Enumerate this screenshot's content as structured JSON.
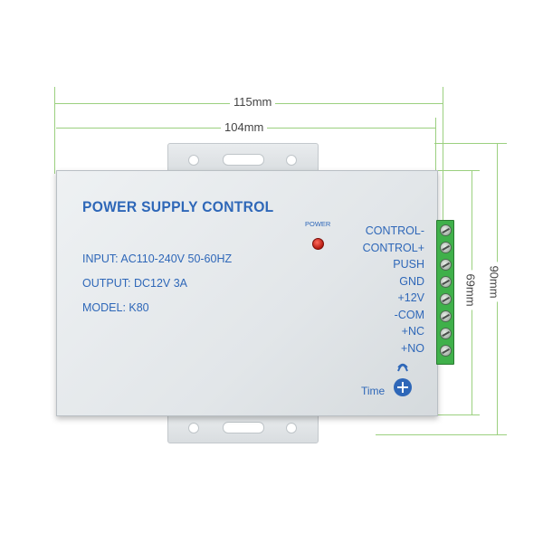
{
  "dimensions": {
    "total_width": "115mm",
    "body_width": "104mm",
    "total_height": "90mm",
    "body_height": "69mm"
  },
  "device": {
    "title": "POWER SUPPLY CONTROL",
    "input": "INPUT: AC110-240V 50-60HZ",
    "output": "OUTPUT: DC12V  3A",
    "model": "MODEL: K80",
    "power_label": "POWER",
    "time_label": "Time"
  },
  "terminals": [
    "CONTROL-",
    "CONTROL+",
    "PUSH",
    "GND",
    "+12V",
    "-COM",
    "+NC",
    "+NO"
  ],
  "colors": {
    "label_blue": "#2e67b8",
    "terminal_green": "#3fb04a",
    "dimension_green": "#9bd07f",
    "led_red": "#d0281c"
  },
  "icons": {
    "led": "power-led-icon",
    "time_knob": "time-adjust-knob-icon"
  }
}
